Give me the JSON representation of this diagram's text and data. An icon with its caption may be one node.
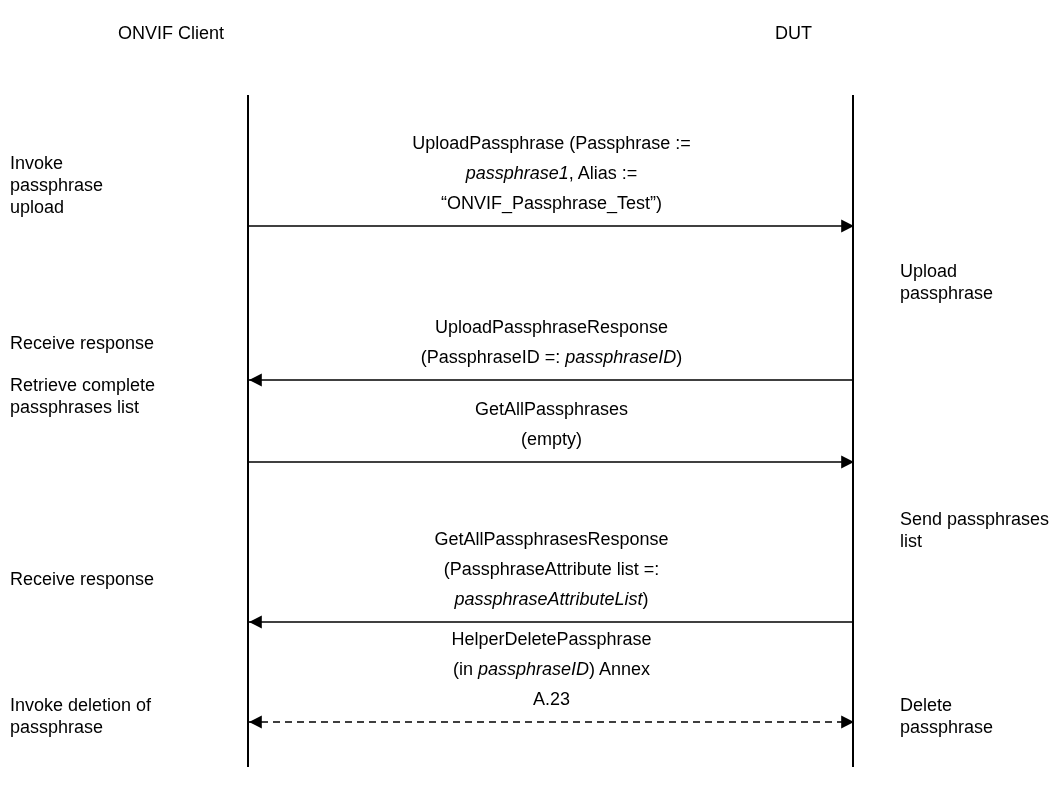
{
  "diagram": {
    "nodes": [
      {
        "text": [
          "ONVIF Client"
        ]
      },
      {
        "text": [
          "DUT"
        ]
      }
    ],
    "edges": [
      {
        "from": 0,
        "to": 1,
        "arrow": "to",
        "label": "UploadPassphrase (Passphrase := *passphrase1*, Alias := “ONVIF_Passphrase_Test”)"
      },
      {
        "from": 1,
        "to": 0,
        "arrow": "to",
        "label": "UploadPassphraseResponse (PassphraseID =: *passphraseID*)"
      },
      {
        "from": 0,
        "to": 1,
        "arrow": "to",
        "label": "GetAllPassphrases (empty)"
      },
      {
        "from": 1,
        "to": 0,
        "arrow": "to",
        "label": "GetAllPassphrasesResponse (PassphraseAttribute list =: *passphraseAttributeList*)"
      },
      {
        "from": 0,
        "to": 1,
        "arrow": "both",
        "style": "dashed",
        "label": "HelperDeletePassphrase (in *passphraseID*) Annex A.23"
      }
    ],
    "labels": [
      "Invoke passphrase upload",
      "Upload passphrase",
      "Receive response",
      "Retrieve complete passphrases list",
      "Send passphrases list",
      "Receive response",
      "Invoke deletion of passphrase",
      "Delete passphrase"
    ]
  }
}
